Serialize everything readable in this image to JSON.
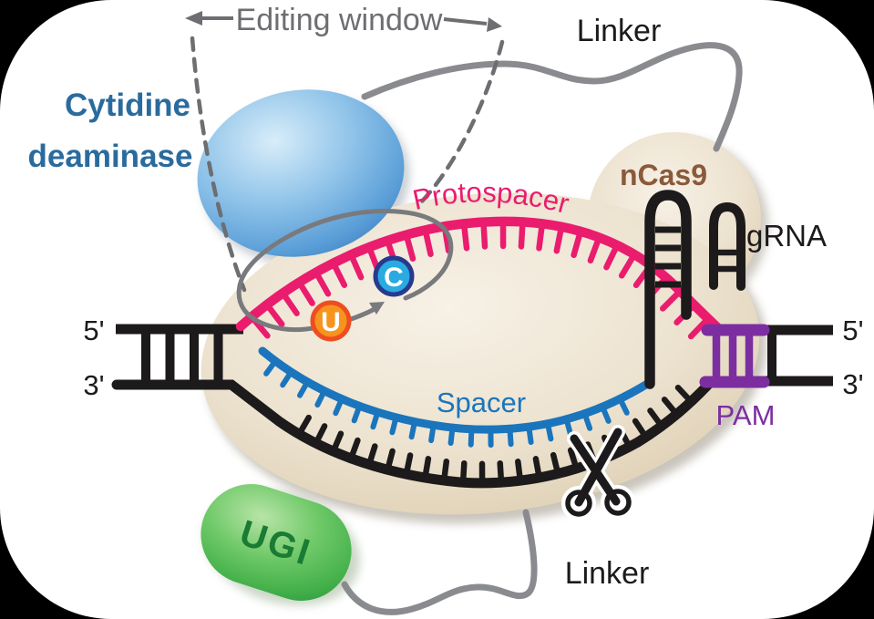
{
  "colors": {
    "pink": "#ea1c6e",
    "blue_strand": "#1b75bc",
    "purple": "#7c2ea0",
    "gray_linker": "#8a8b8e",
    "gray_loop": "#797a7d",
    "gray_annotation": "#6d6e71",
    "black_strand": "#1d1a1b",
    "deaminase_text": "#2a6b9d",
    "ncas9_text": "#8a5a3b",
    "ugi_text": "#1a7b33",
    "c_fill": "#29abe2",
    "c_border": "#283a8e",
    "u_fill": "#f7941e",
    "u_border": "#ee4d22",
    "canvas": "#ffffff",
    "outside": "#000000"
  },
  "annotations": {
    "editing_window": "Editing window",
    "linker_top": "Linker",
    "linker_bottom": "Linker"
  },
  "proteins": {
    "cytidine_deaminase_line1": "Cytidine",
    "cytidine_deaminase_line2": "deaminase",
    "ncas9": "nCas9",
    "ugi": "UGI"
  },
  "nucleic_acids": {
    "grna": "gRNA",
    "protospacer": "Protospacer",
    "spacer": "Spacer",
    "pam": "PAM"
  },
  "bases": {
    "cytosine": "C",
    "uracil": "U"
  },
  "strand_ends": {
    "left_top": "5'",
    "left_bottom": "3'",
    "right_top": "5'",
    "right_bottom": "3'"
  }
}
